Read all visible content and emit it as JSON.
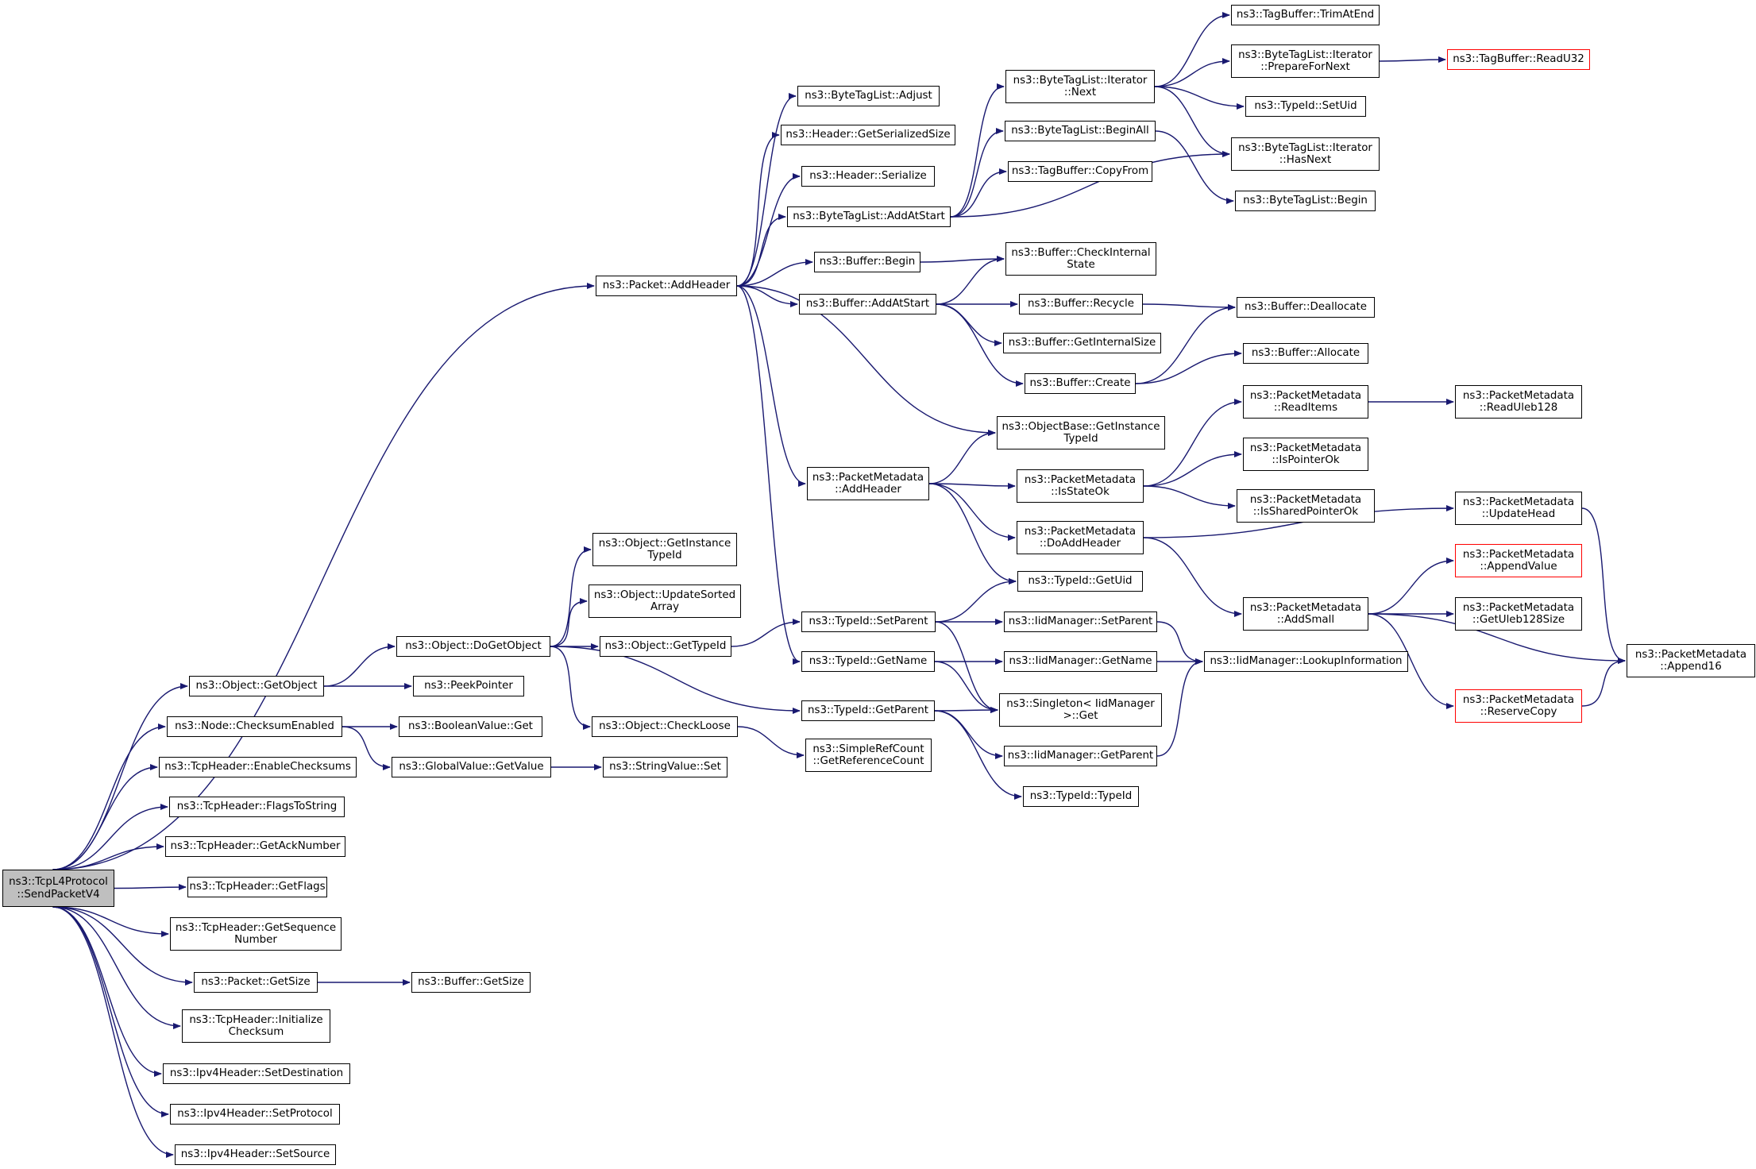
{
  "colors": {
    "edge": "#191970",
    "border": "#000000",
    "truncated_border": "#ff0000",
    "root_fill": "#bfbfbf",
    "node_fill": "#ffffff"
  },
  "nodes": [
    {
      "id": "n0",
      "lines": [
        "ns3::TcpL4Protocol",
        "::SendPacketV4"
      ],
      "root": true
    },
    {
      "id": "n1",
      "lines": [
        "ns3::Packet::AddHeader"
      ]
    },
    {
      "id": "n2",
      "lines": [
        "ns3::Object::GetObject"
      ]
    },
    {
      "id": "n3",
      "lines": [
        "ns3::Node::ChecksumEnabled"
      ]
    },
    {
      "id": "n4",
      "lines": [
        "ns3::TcpHeader::EnableChecksums"
      ]
    },
    {
      "id": "n5",
      "lines": [
        "ns3::TcpHeader::FlagsToString"
      ]
    },
    {
      "id": "n6",
      "lines": [
        "ns3::TcpHeader::GetAckNumber"
      ]
    },
    {
      "id": "n7",
      "lines": [
        "ns3::TcpHeader::GetFlags"
      ]
    },
    {
      "id": "n8",
      "lines": [
        "ns3::TcpHeader::GetSequence",
        "Number"
      ]
    },
    {
      "id": "n9",
      "lines": [
        "ns3::Packet::GetSize"
      ]
    },
    {
      "id": "n10",
      "lines": [
        "ns3::TcpHeader::Initialize",
        "Checksum"
      ]
    },
    {
      "id": "n11",
      "lines": [
        "ns3::Ipv4Header::SetDestination"
      ]
    },
    {
      "id": "n12",
      "lines": [
        "ns3::Ipv4Header::SetProtocol"
      ]
    },
    {
      "id": "n13",
      "lines": [
        "ns3::Ipv4Header::SetSource"
      ]
    },
    {
      "id": "n14",
      "lines": [
        "ns3::Object::DoGetObject"
      ]
    },
    {
      "id": "n15",
      "lines": [
        "ns3::PeekPointer"
      ]
    },
    {
      "id": "n16",
      "lines": [
        "ns3::BooleanValue::Get"
      ]
    },
    {
      "id": "n17",
      "lines": [
        "ns3::GlobalValue::GetValue"
      ]
    },
    {
      "id": "n18",
      "lines": [
        "ns3::Buffer::GetSize"
      ]
    },
    {
      "id": "n19",
      "lines": [
        "ns3::Object::GetInstance",
        "TypeId"
      ]
    },
    {
      "id": "n20",
      "lines": [
        "ns3::Object::UpdateSorted",
        "Array"
      ]
    },
    {
      "id": "n21",
      "lines": [
        "ns3::Object::GetTypeId"
      ]
    },
    {
      "id": "n22",
      "lines": [
        "ns3::Object::CheckLoose"
      ]
    },
    {
      "id": "n23",
      "lines": [
        "ns3::StringValue::Set"
      ]
    },
    {
      "id": "n24",
      "lines": [
        "ns3::ByteTagList::Adjust"
      ]
    },
    {
      "id": "n25",
      "lines": [
        "ns3::Header::GetSerializedSize"
      ]
    },
    {
      "id": "n26",
      "lines": [
        "ns3::Header::Serialize"
      ]
    },
    {
      "id": "n27",
      "lines": [
        "ns3::ByteTagList::AddAtStart"
      ]
    },
    {
      "id": "n28",
      "lines": [
        "ns3::Buffer::Begin"
      ]
    },
    {
      "id": "n29",
      "lines": [
        "ns3::Buffer::AddAtStart"
      ]
    },
    {
      "id": "n30",
      "lines": [
        "ns3::PacketMetadata",
        "::AddHeader"
      ]
    },
    {
      "id": "n31",
      "lines": [
        "ns3::TypeId::SetParent"
      ]
    },
    {
      "id": "n32",
      "lines": [
        "ns3::TypeId::GetName"
      ]
    },
    {
      "id": "n33",
      "lines": [
        "ns3::TypeId::GetParent"
      ]
    },
    {
      "id": "n34",
      "lines": [
        "ns3::SimpleRefCount",
        "::GetReferenceCount"
      ]
    },
    {
      "id": "n35",
      "lines": [
        "ns3::ByteTagList::Iterator",
        "::Next"
      ]
    },
    {
      "id": "n36",
      "lines": [
        "ns3::ByteTagList::BeginAll"
      ]
    },
    {
      "id": "n37",
      "lines": [
        "ns3::TagBuffer::CopyFrom"
      ]
    },
    {
      "id": "n38",
      "lines": [
        "ns3::Buffer::CheckInternal",
        "State"
      ]
    },
    {
      "id": "n39",
      "lines": [
        "ns3::Buffer::Recycle"
      ]
    },
    {
      "id": "n40",
      "lines": [
        "ns3::Buffer::GetInternalSize"
      ]
    },
    {
      "id": "n41",
      "lines": [
        "ns3::Buffer::Create"
      ]
    },
    {
      "id": "n42",
      "lines": [
        "ns3::ObjectBase::GetInstance",
        "TypeId"
      ]
    },
    {
      "id": "n43",
      "lines": [
        "ns3::PacketMetadata",
        "::IsStateOk"
      ]
    },
    {
      "id": "n44",
      "lines": [
        "ns3::PacketMetadata",
        "::DoAddHeader"
      ]
    },
    {
      "id": "n45",
      "lines": [
        "ns3::TypeId::GetUid"
      ]
    },
    {
      "id": "n46",
      "lines": [
        "ns3::IidManager::SetParent"
      ]
    },
    {
      "id": "n47",
      "lines": [
        "ns3::IidManager::GetName"
      ]
    },
    {
      "id": "n48",
      "lines": [
        "ns3::Singleton< IidManager",
        " >::Get"
      ]
    },
    {
      "id": "n49",
      "lines": [
        "ns3::IidManager::GetParent"
      ]
    },
    {
      "id": "n50",
      "lines": [
        "ns3::TypeId::TypeId"
      ]
    },
    {
      "id": "n51",
      "lines": [
        "ns3::TagBuffer::TrimAtEnd"
      ]
    },
    {
      "id": "n52",
      "lines": [
        "ns3::ByteTagList::Iterator",
        "::PrepareForNext"
      ]
    },
    {
      "id": "n53",
      "lines": [
        "ns3::TypeId::SetUid"
      ]
    },
    {
      "id": "n54",
      "lines": [
        "ns3::ByteTagList::Iterator",
        "::HasNext"
      ]
    },
    {
      "id": "n55",
      "lines": [
        "ns3::ByteTagList::Begin"
      ]
    },
    {
      "id": "n56",
      "lines": [
        "ns3::Buffer::Deallocate"
      ]
    },
    {
      "id": "n57",
      "lines": [
        "ns3::Buffer::Allocate"
      ]
    },
    {
      "id": "n58",
      "lines": [
        "ns3::PacketMetadata",
        "::ReadItems"
      ]
    },
    {
      "id": "n59",
      "lines": [
        "ns3::PacketMetadata",
        "::IsPointerOk"
      ]
    },
    {
      "id": "n60",
      "lines": [
        "ns3::PacketMetadata",
        "::IsSharedPointerOk"
      ]
    },
    {
      "id": "n61",
      "lines": [
        "ns3::PacketMetadata",
        "::AddSmall"
      ]
    },
    {
      "id": "n62",
      "lines": [
        "ns3::IidManager::LookupInformation"
      ]
    },
    {
      "id": "n63",
      "lines": [
        "ns3::TagBuffer::ReadU32"
      ],
      "truncated": true
    },
    {
      "id": "n64",
      "lines": [
        "ns3::PacketMetadata",
        "::ReadUleb128"
      ]
    },
    {
      "id": "n65",
      "lines": [
        "ns3::PacketMetadata",
        "::UpdateHead"
      ]
    },
    {
      "id": "n66",
      "lines": [
        "ns3::PacketMetadata",
        "::AppendValue"
      ],
      "truncated": true
    },
    {
      "id": "n67",
      "lines": [
        "ns3::PacketMetadata",
        "::GetUleb128Size"
      ]
    },
    {
      "id": "n68",
      "lines": [
        "ns3::PacketMetadata",
        "::ReserveCopy"
      ],
      "truncated": true
    },
    {
      "id": "n69",
      "lines": [
        "ns3::PacketMetadata",
        "::Append16"
      ]
    }
  ],
  "edges": [
    [
      "n0",
      "n1"
    ],
    [
      "n0",
      "n2"
    ],
    [
      "n0",
      "n3"
    ],
    [
      "n0",
      "n4"
    ],
    [
      "n0",
      "n5"
    ],
    [
      "n0",
      "n6"
    ],
    [
      "n0",
      "n7"
    ],
    [
      "n0",
      "n8"
    ],
    [
      "n0",
      "n9"
    ],
    [
      "n0",
      "n10"
    ],
    [
      "n0",
      "n11"
    ],
    [
      "n0",
      "n12"
    ],
    [
      "n0",
      "n13"
    ],
    [
      "n2",
      "n14"
    ],
    [
      "n2",
      "n15"
    ],
    [
      "n3",
      "n16"
    ],
    [
      "n3",
      "n17"
    ],
    [
      "n9",
      "n18"
    ],
    [
      "n14",
      "n19"
    ],
    [
      "n14",
      "n20"
    ],
    [
      "n14",
      "n21"
    ],
    [
      "n14",
      "n22"
    ],
    [
      "n14",
      "n33"
    ],
    [
      "n17",
      "n23"
    ],
    [
      "n21",
      "n31"
    ],
    [
      "n22",
      "n34"
    ],
    [
      "n1",
      "n24"
    ],
    [
      "n1",
      "n25"
    ],
    [
      "n1",
      "n26"
    ],
    [
      "n1",
      "n27"
    ],
    [
      "n1",
      "n28"
    ],
    [
      "n1",
      "n29"
    ],
    [
      "n1",
      "n42"
    ],
    [
      "n1",
      "n30"
    ],
    [
      "n1",
      "n32"
    ],
    [
      "n27",
      "n35"
    ],
    [
      "n27",
      "n36"
    ],
    [
      "n27",
      "n37"
    ],
    [
      "n27",
      "n54"
    ],
    [
      "n28",
      "n38"
    ],
    [
      "n29",
      "n38"
    ],
    [
      "n29",
      "n39"
    ],
    [
      "n29",
      "n40"
    ],
    [
      "n29",
      "n41"
    ],
    [
      "n30",
      "n42"
    ],
    [
      "n30",
      "n43"
    ],
    [
      "n30",
      "n44"
    ],
    [
      "n30",
      "n45"
    ],
    [
      "n31",
      "n45"
    ],
    [
      "n31",
      "n46"
    ],
    [
      "n31",
      "n48"
    ],
    [
      "n32",
      "n47"
    ],
    [
      "n32",
      "n48"
    ],
    [
      "n33",
      "n48"
    ],
    [
      "n33",
      "n49"
    ],
    [
      "n33",
      "n50"
    ],
    [
      "n35",
      "n51"
    ],
    [
      "n35",
      "n52"
    ],
    [
      "n35",
      "n53"
    ],
    [
      "n35",
      "n54"
    ],
    [
      "n36",
      "n55"
    ],
    [
      "n39",
      "n56"
    ],
    [
      "n41",
      "n56"
    ],
    [
      "n41",
      "n57"
    ],
    [
      "n43",
      "n58"
    ],
    [
      "n43",
      "n59"
    ],
    [
      "n43",
      "n60"
    ],
    [
      "n44",
      "n65"
    ],
    [
      "n44",
      "n61"
    ],
    [
      "n46",
      "n62"
    ],
    [
      "n47",
      "n62"
    ],
    [
      "n49",
      "n62"
    ],
    [
      "n52",
      "n63"
    ],
    [
      "n58",
      "n64"
    ],
    [
      "n65",
      "n69"
    ],
    [
      "n61",
      "n66"
    ],
    [
      "n61",
      "n67"
    ],
    [
      "n61",
      "n69"
    ],
    [
      "n61",
      "n68"
    ],
    [
      "n68",
      "n69"
    ]
  ]
}
